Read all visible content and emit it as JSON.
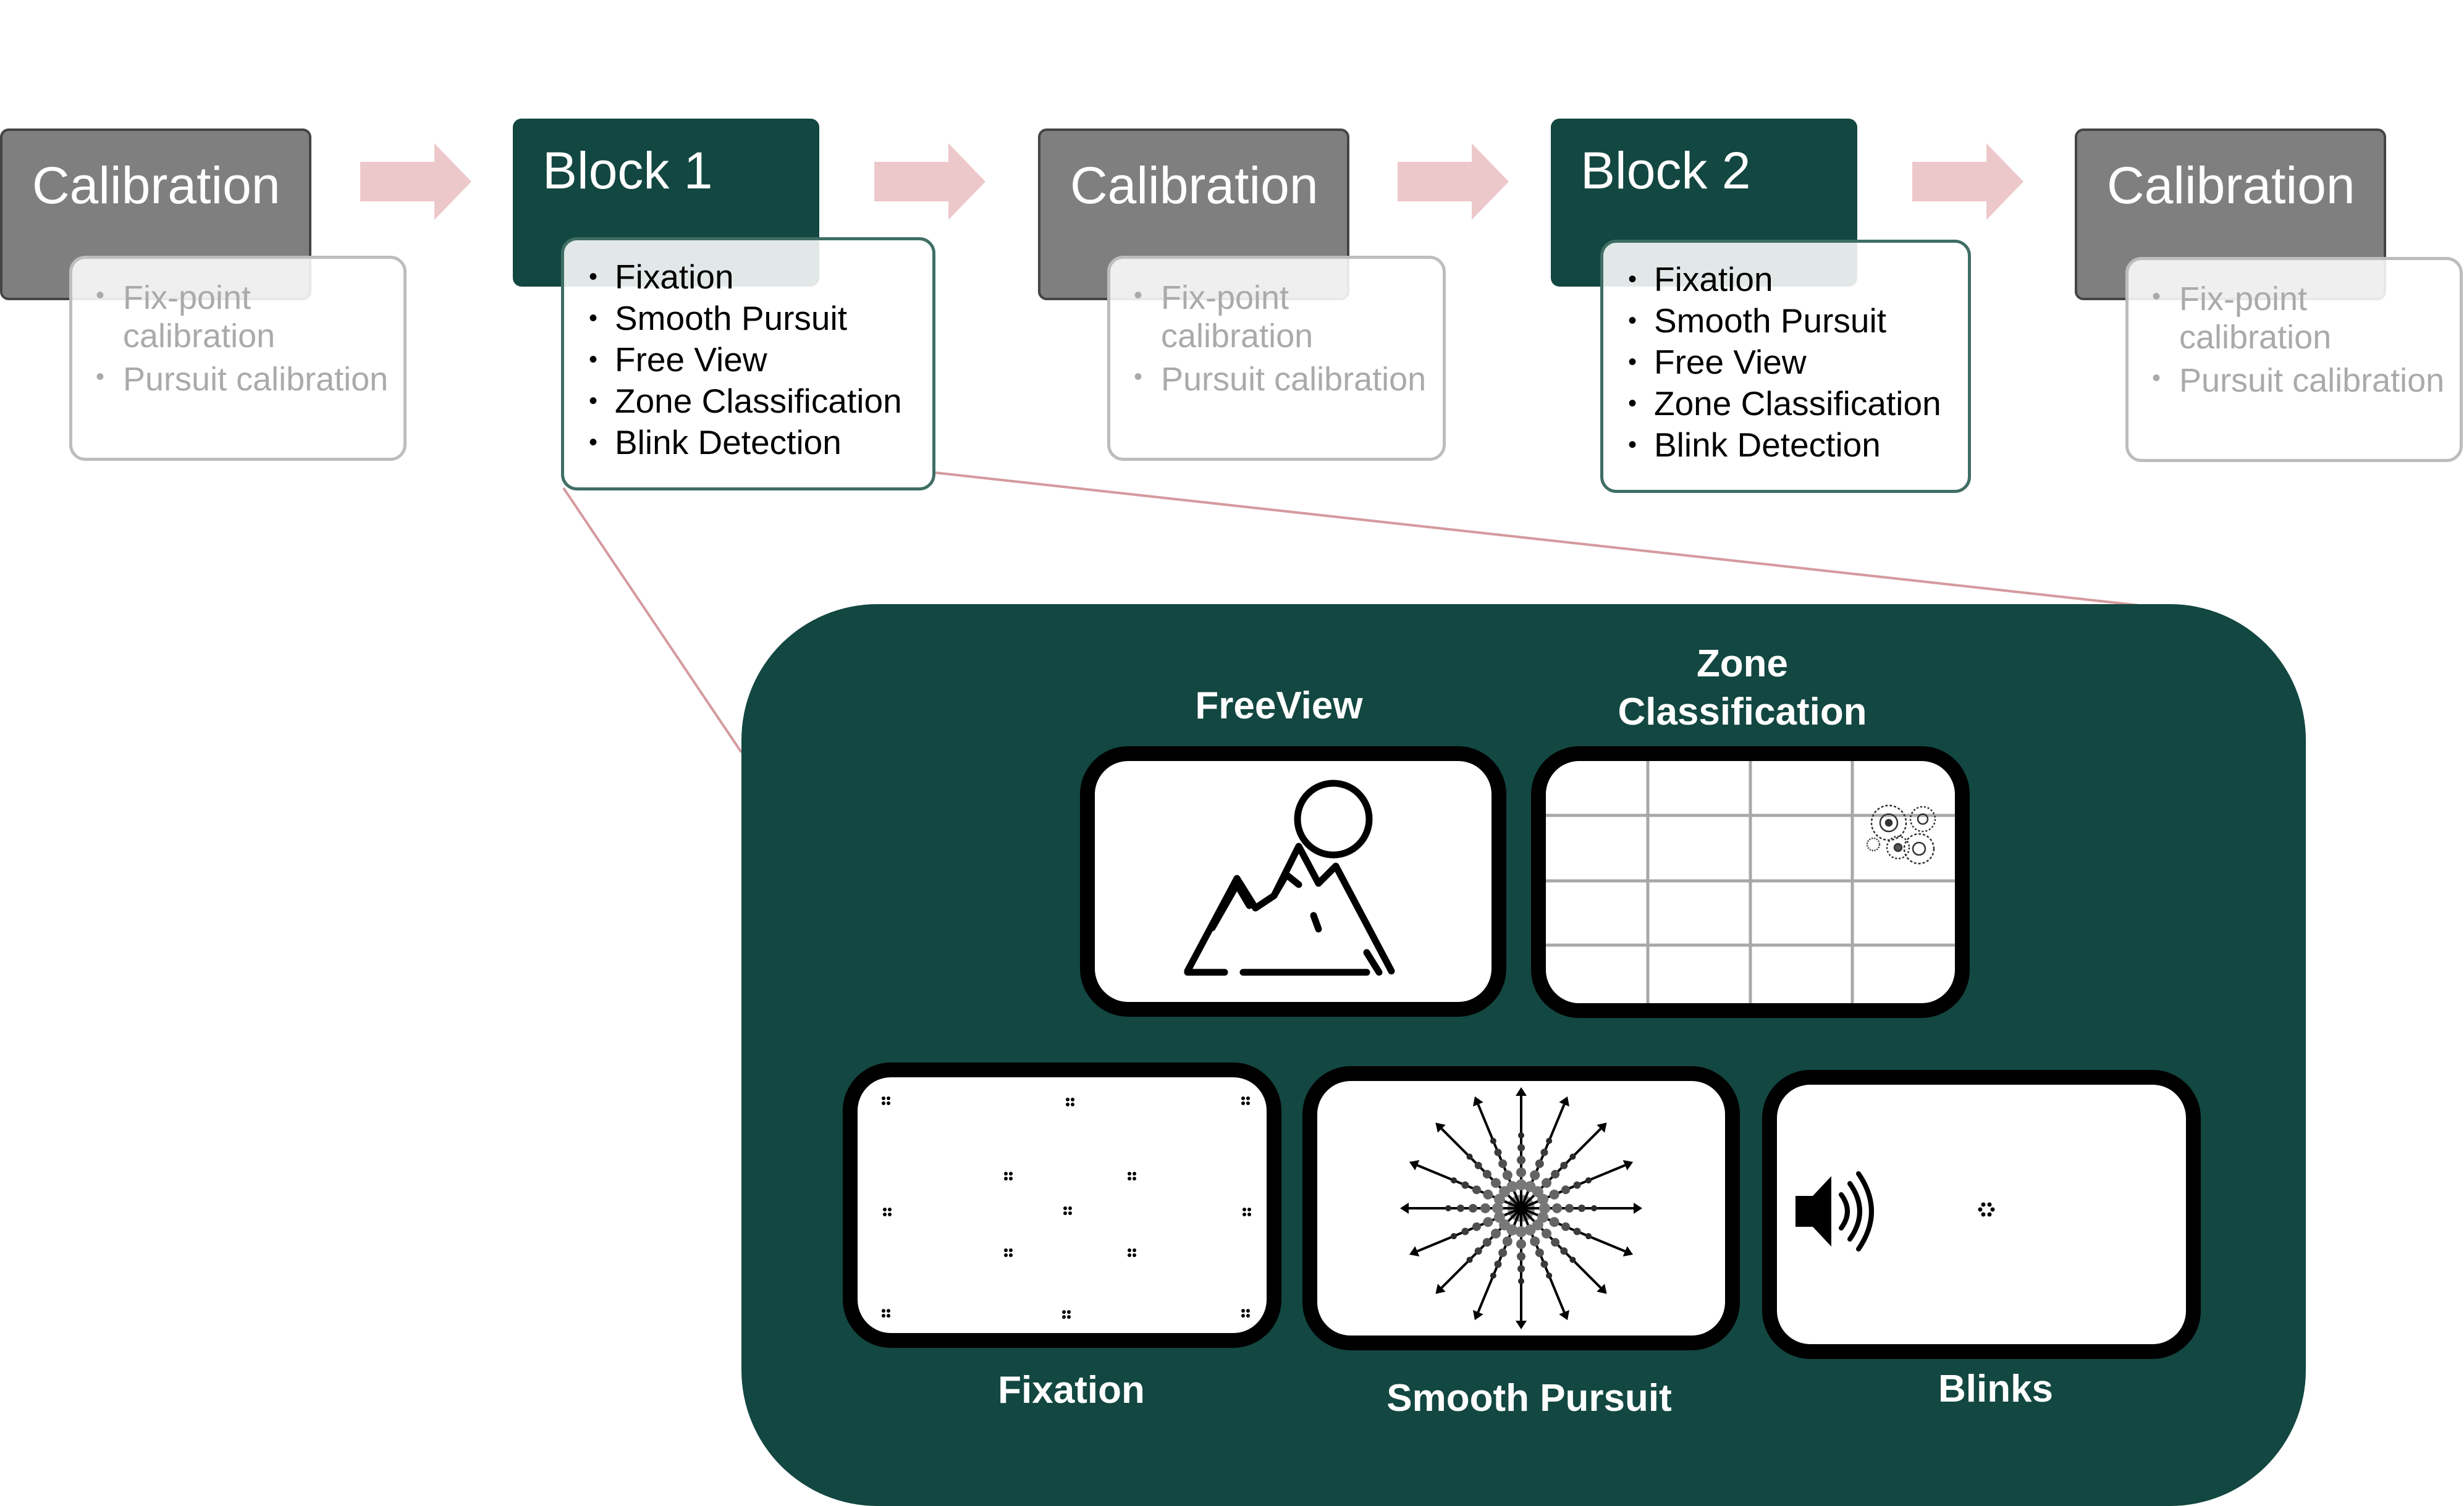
{
  "flow": {
    "calibration_1": {
      "title": "Calibration",
      "items": [
        "Fix-point calibration",
        "Pursuit calibration"
      ]
    },
    "block_1": {
      "title": "Block 1",
      "items": [
        "Fixation",
        "Smooth Pursuit",
        "Free View",
        "Zone Classification",
        "Blink Detection"
      ]
    },
    "calibration_2": {
      "title": "Calibration",
      "items": [
        "Fix-point calibration",
        "Pursuit calibration"
      ]
    },
    "block_2": {
      "title": "Block 2",
      "items": [
        "Fixation",
        "Smooth Pursuit",
        "Free View",
        "Zone Classification",
        "Blink Detection"
      ]
    },
    "calibration_3": {
      "title": "Calibration",
      "items": [
        "Fix-point calibration",
        "Pursuit calibration"
      ]
    }
  },
  "detail": {
    "freeview_label": "FreeView",
    "zone_label": "Zone Classification",
    "fixation_label": "Fixation",
    "pursuit_label": "Smooth Pursuit",
    "blinks_label": "Blinks"
  },
  "icons": [
    "right-arrow-icon",
    "mountain-sun-icon",
    "gears-icon",
    "fixation-target-icon",
    "radial-arrows-icon",
    "speaker-icon"
  ],
  "colors": {
    "block": "#134741",
    "calibration": "#7f7f7f",
    "arrow": "#edc8cb",
    "zoom_line": "#d49a9f",
    "text_muted": "#aaaaaa"
  }
}
